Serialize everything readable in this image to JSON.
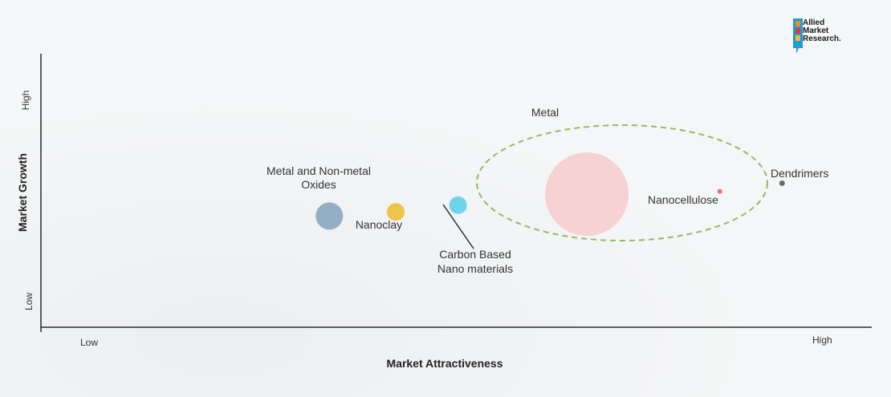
{
  "logo": {
    "line1": "Allied",
    "line2": "Market",
    "line3": "Research."
  },
  "chart_data": {
    "type": "scatter",
    "title": "",
    "xlabel": "Market Attractiveness",
    "ylabel": "Market Growth",
    "x_ticks": [
      "Low",
      "High"
    ],
    "y_ticks": [
      "Low",
      "High"
    ],
    "grid": false,
    "points": [
      {
        "label": "Metal and Non-metal Oxides",
        "x": 3.5,
        "y": 4.3,
        "size": 17,
        "color": "#94afc3"
      },
      {
        "label": "Nanoclay",
        "x": 4.3,
        "y": 4.45,
        "size": 11,
        "color": "#ecc44a"
      },
      {
        "label": "Carbon Based Nano materials",
        "x": 5.05,
        "y": 4.7,
        "size": 11,
        "color": "#6fd3ea"
      },
      {
        "label": "Metal",
        "x": 6.6,
        "y": 5.1,
        "size": 52,
        "color": "#f6d2d2"
      },
      {
        "label": "Nanocellulose",
        "x": 8.2,
        "y": 5.2,
        "size": 3,
        "color": "#e86e6e"
      },
      {
        "label": "Dendrimers",
        "x": 8.95,
        "y": 5.5,
        "size": 3.5,
        "color": "#6b6b6b"
      }
    ],
    "group": {
      "name": "Metal",
      "color": "#9ab863"
    }
  }
}
